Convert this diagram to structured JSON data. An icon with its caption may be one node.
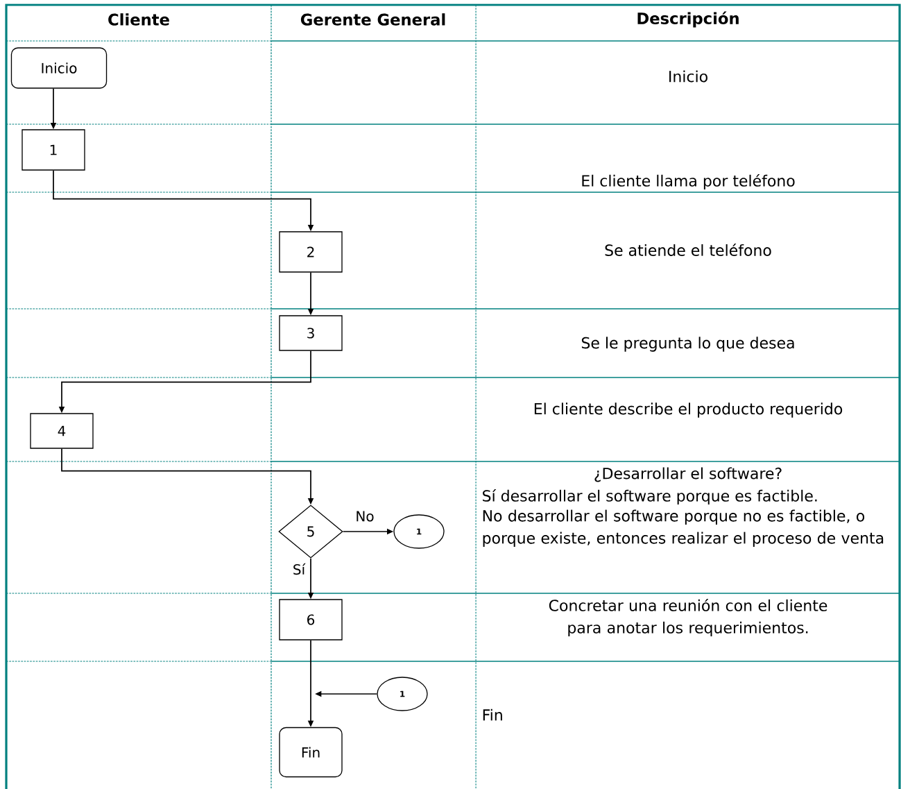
{
  "diagram": {
    "nodes": [
      {
        "text": [
          "Inicio"
        ]
      },
      {
        "text": [
          "1"
        ]
      },
      {
        "text": [
          "2"
        ]
      },
      {
        "text": [
          "3"
        ]
      },
      {
        "text": [
          "4"
        ]
      },
      {
        "text": [
          "5"
        ]
      },
      {
        "text": [
          "1"
        ]
      },
      {
        "text": [
          "6"
        ]
      },
      {
        "text": [
          "1"
        ]
      },
      {
        "text": [
          "Fin"
        ]
      }
    ],
    "edges": [
      {
        "from": 0,
        "to": 1,
        "arrow": "to"
      },
      {
        "from": 1,
        "to": 2,
        "arrow": "to"
      },
      {
        "from": 2,
        "to": 3,
        "arrow": "to"
      },
      {
        "from": 3,
        "to": 4,
        "arrow": "to"
      },
      {
        "from": 4,
        "to": 5,
        "arrow": "to"
      },
      {
        "from": 5,
        "to": 6,
        "arrow": "to",
        "label": "No"
      },
      {
        "from": 5,
        "to": 7,
        "arrow": "to",
        "label": "Sí"
      },
      {
        "from": 7,
        "to": 9,
        "arrow": "to"
      },
      {
        "from": 8,
        "to": null,
        "arrow": "to"
      }
    ],
    "labels": [
      "Cliente",
      "Gerente General",
      "Descripción",
      "Inicio",
      "El cliente llama por teléfono",
      "Se atiende el teléfono",
      "Se le pregunta lo que desea",
      "El cliente describe el producto requerido",
      "¿Desarrollar el software?",
      "Sí desarrollar el software porque es factible.",
      "No desarrollar el software porque no es factible, o porque existe, entonces realizar el proceso de venta",
      "Concretar una reunión con el cliente para anotar los requerimientos.",
      "Fin"
    ]
  }
}
